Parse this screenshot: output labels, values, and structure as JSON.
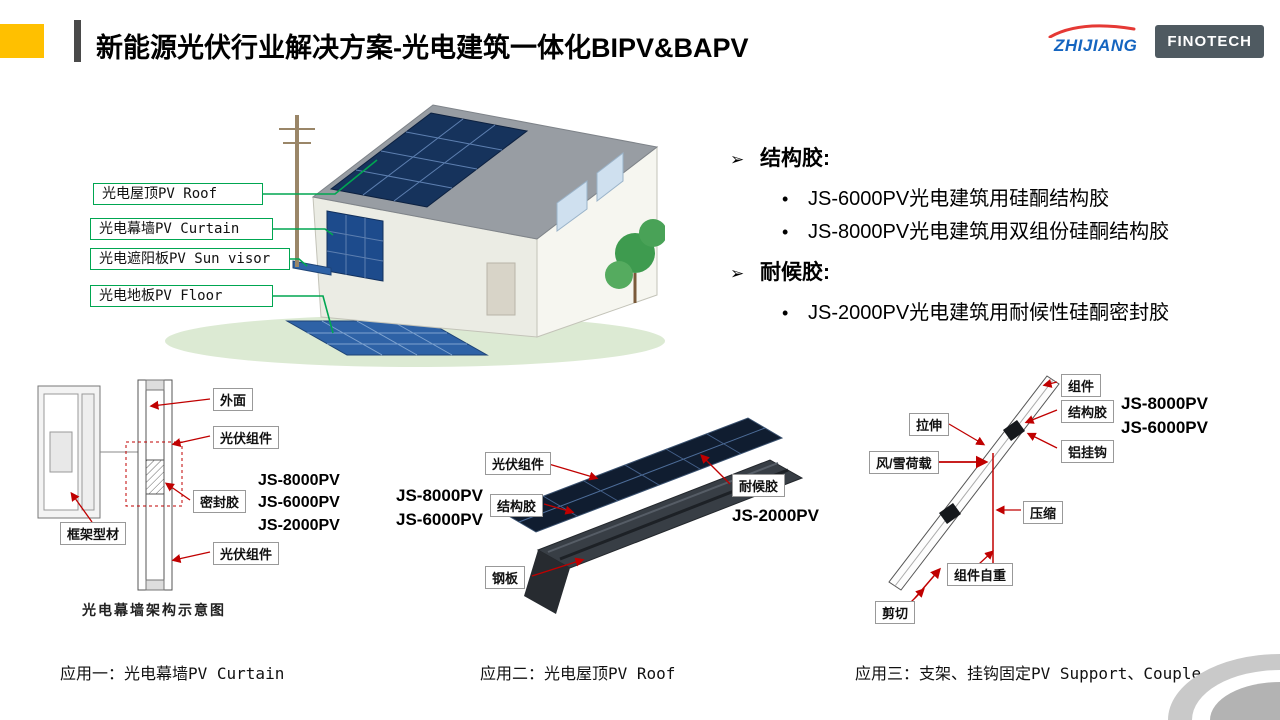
{
  "colors": {
    "accent_yellow": "#FFC000",
    "accent_gray": "#4a4a4a",
    "green_line": "#00A651",
    "red_line": "#C00000",
    "pv_blue": "#16335C",
    "logo_blue": "#1565C0",
    "logo_red": "#E53935",
    "finotech_bg": "#4F5A61"
  },
  "header": {
    "title": "新能源光伏行业解决方案-光电建筑一体化BIPV&BAPV",
    "logos": {
      "zhijiang": "ZHIJIANG",
      "finotech": "FINOTECH"
    }
  },
  "icons": {
    "arrow_bullet": "➢",
    "dot_bullet": "•"
  },
  "house": {
    "labels": [
      "光电屋顶PV Roof",
      "光电幕墙PV Curtain",
      "光电遮阳板PV Sun visor",
      "光电地板PV Floor"
    ]
  },
  "products": {
    "groups": [
      {
        "heading": "结构胶:",
        "items": [
          "JS-6000PV光电建筑用硅酮结构胶",
          "JS-8000PV光电建筑用双组份硅酮结构胶"
        ]
      },
      {
        "heading": "耐候胶:",
        "items": [
          "JS-2000PV光电建筑用耐候性硅酮密封胶"
        ]
      }
    ]
  },
  "curtain_diagram": {
    "labels": {
      "outside": "外面",
      "pv_module_top": "光伏组件",
      "sealant": "密封胶",
      "frame": "框架型材",
      "pv_module_bottom": "光伏组件"
    },
    "products": [
      "JS-8000PV",
      "JS-6000PV",
      "JS-2000PV"
    ],
    "caption": "光电幕墙架构示意图"
  },
  "roof_diagram": {
    "labels": {
      "pv_module": "光伏组件",
      "structural": "结构胶",
      "weatherproof": "耐候胶",
      "steel": "钢板"
    },
    "left_products": [
      "JS-8000PV",
      "JS-6000PV"
    ],
    "right_product": "JS-2000PV"
  },
  "support_diagram": {
    "labels": {
      "module": "组件",
      "structural": "结构胶",
      "hook": "铝挂钩",
      "tension": "拉伸",
      "wind_snow": "风/雪荷载",
      "compression": "压缩",
      "weight": "组件自重",
      "shear": "剪切"
    },
    "products": [
      "JS-8000PV",
      "JS-6000PV"
    ]
  },
  "captions": {
    "app1": "应用一：光电幕墙PV Curtain",
    "app2": "应用二：光电屋顶PV Roof",
    "app3": "应用三：支架、挂钩固定PV Support、Couple"
  }
}
